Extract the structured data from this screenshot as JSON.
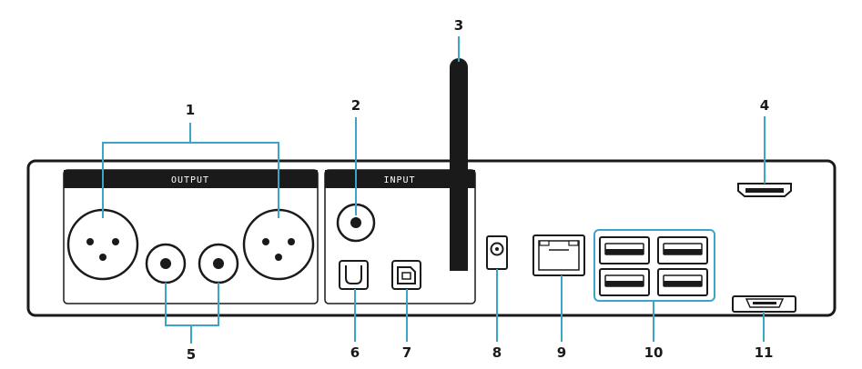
{
  "sections": {
    "output_label": "OUTPUT",
    "input_label": "INPUT"
  },
  "callouts": [
    "1",
    "2",
    "3",
    "4",
    "5",
    "6",
    "7",
    "8",
    "9",
    "10",
    "11"
  ],
  "colors": {
    "callout_line": "#3aa5c5",
    "outline": "#1a1a1a",
    "panel_bg": "#ffffff"
  },
  "components": {
    "xlr_outputs": "xlr-connector-icon",
    "rca_outputs": "rca-connector-icon",
    "coaxial_input": "coaxial-input-icon",
    "optical_input": "optical-input-icon",
    "usb_b_input": "usb-b-port-icon",
    "antenna": "antenna-icon",
    "hdmi": "hdmi-port-icon",
    "dc_power": "dc-power-jack-icon",
    "ethernet": "ethernet-port-icon",
    "usb_a_ports": "usb-a-port-icon",
    "micro_usb": "micro-usb-port-icon"
  }
}
